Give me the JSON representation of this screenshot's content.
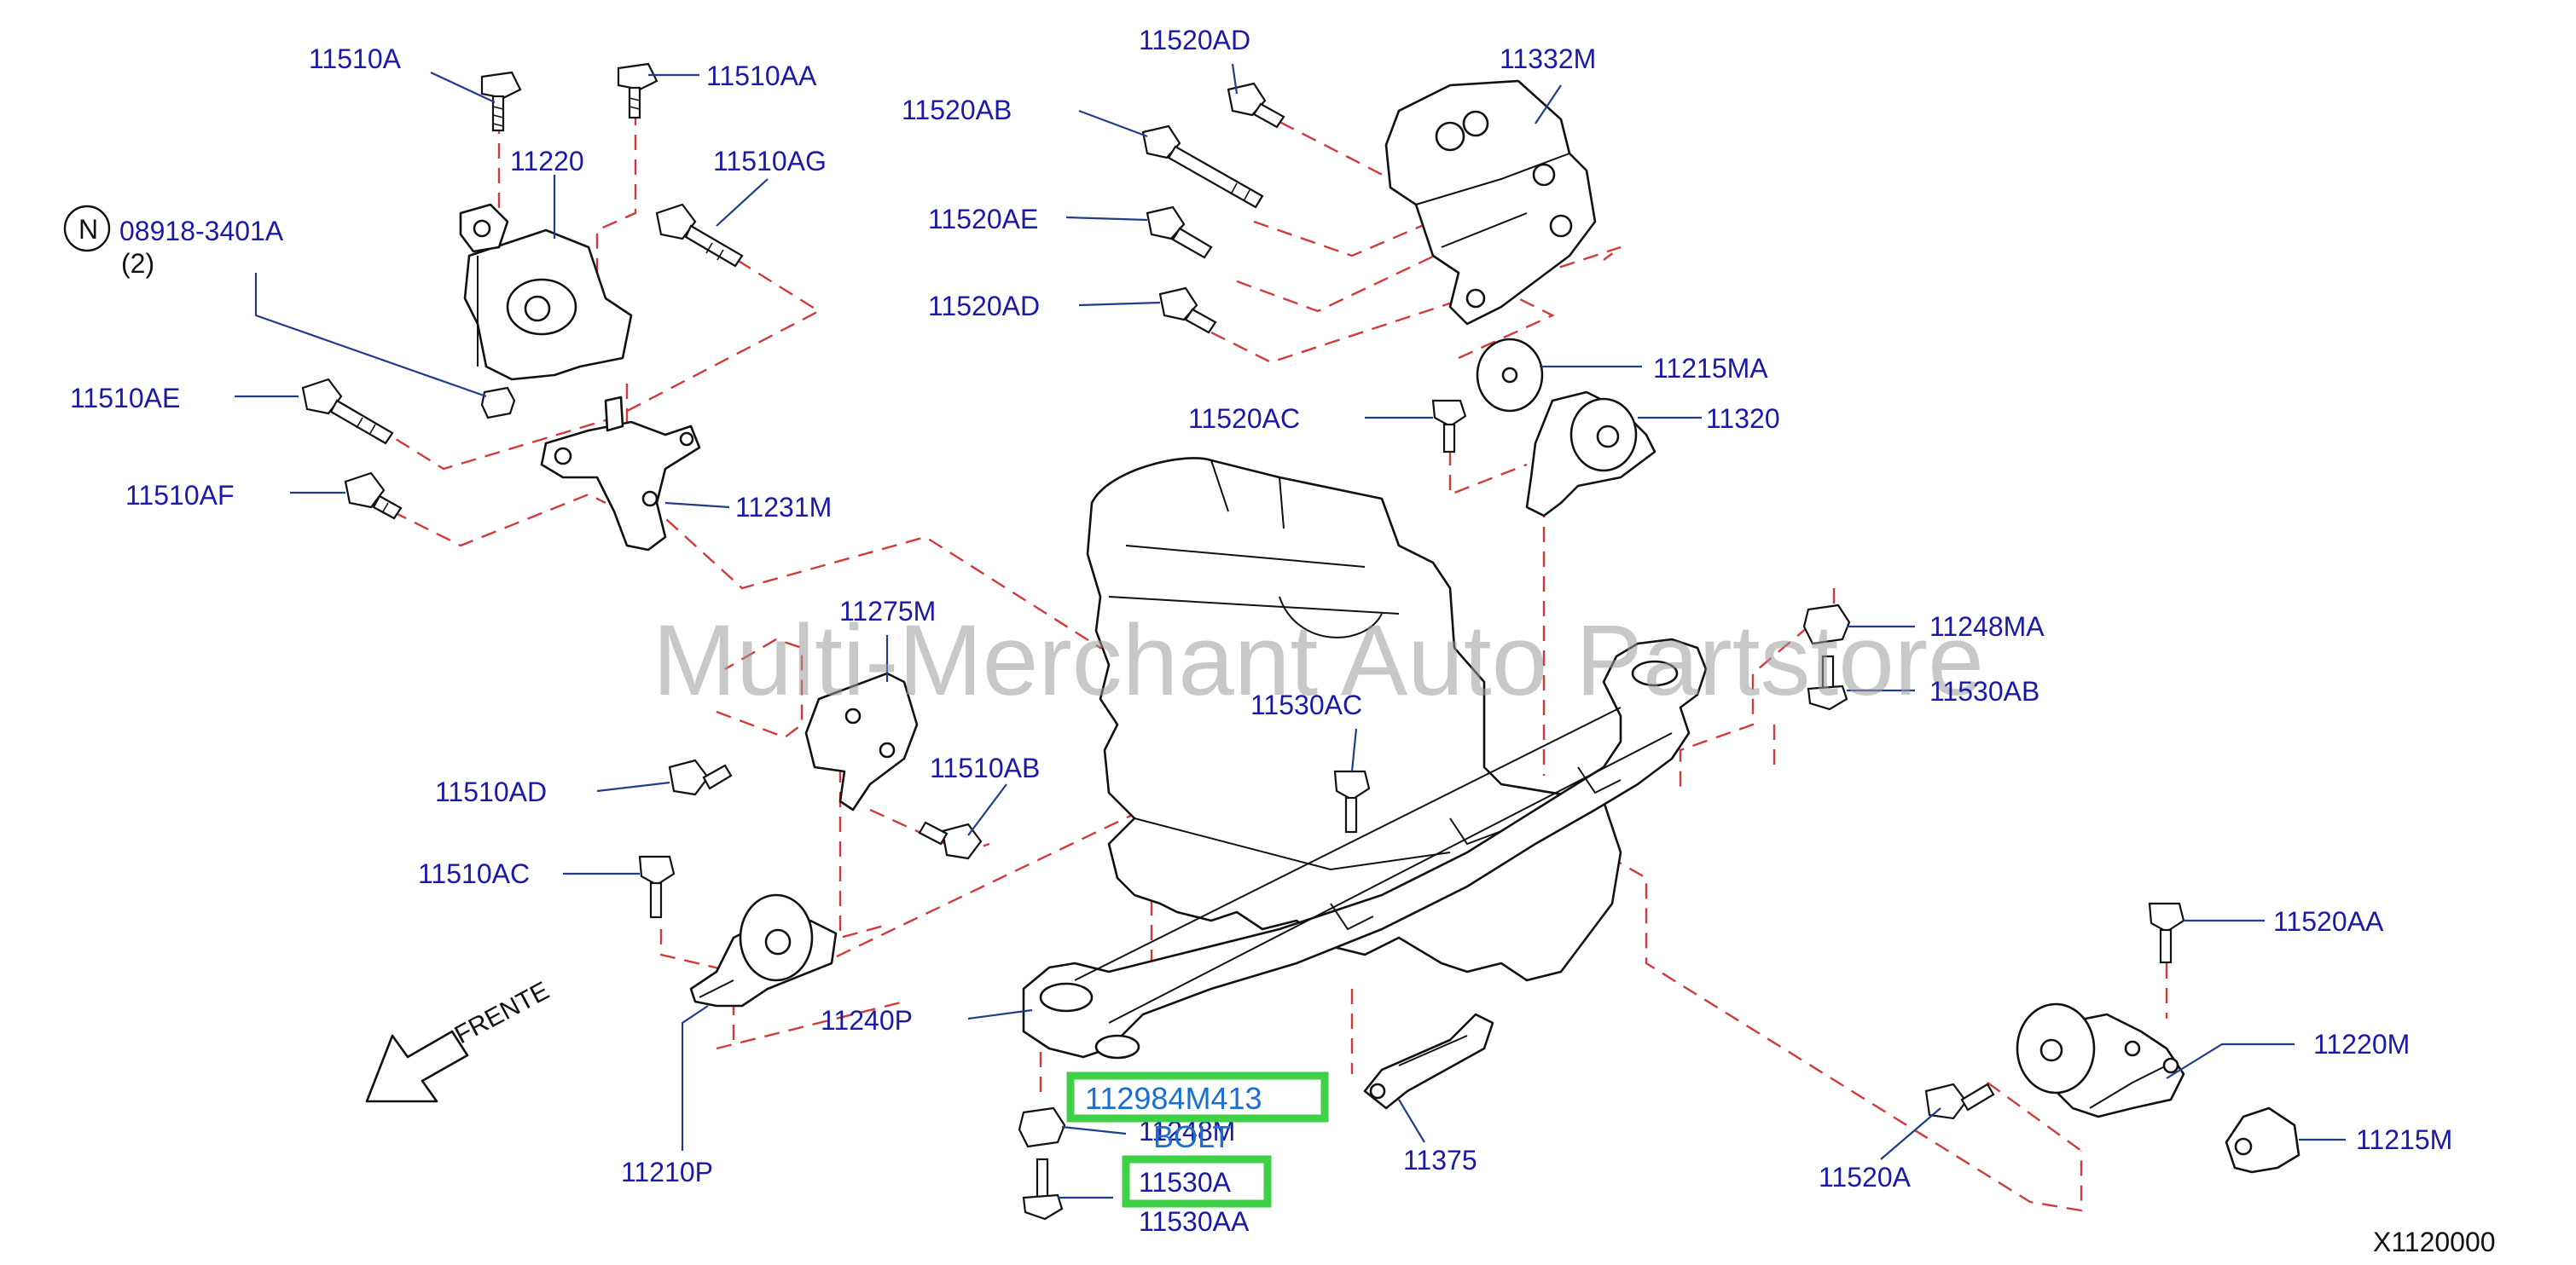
{
  "watermark": "Multi-Merchant Auto Partstore",
  "drawing_code": "X1120000",
  "direction_label": "FRENTE",
  "note_symbol": "N",
  "note_qty": "(2)",
  "highlight": {
    "part_number": "112984M413",
    "part_name": "BOLT",
    "callout": "11530A"
  },
  "labels": {
    "p11510A": "11510A",
    "p11510AA": "11510AA",
    "p11220": "11220",
    "p11510AG": "11510AG",
    "p08918": "08918-3401A",
    "p11510AE": "11510AE",
    "p11510AF": "11510AF",
    "p11231M": "11231M",
    "p11520AD_top": "11520AD",
    "p11332M": "11332M",
    "p11520AB": "11520AB",
    "p11520AE": "11520AE",
    "p11520AD_mid": "11520AD",
    "p11215MA": "11215MA",
    "p11520AC": "11520AC",
    "p11320": "11320",
    "p11275M": "11275M",
    "p11248MA": "11248MA",
    "p11530AB": "11530AB",
    "p11530AC": "11530AC",
    "p11510AD": "11510AD",
    "p11510AB": "11510AB",
    "p11510AC": "11510AC",
    "p11240P": "11240P",
    "p11248M": "11248M",
    "p11530AA": "11530AA",
    "p11375": "11375",
    "p11520AA": "11520AA",
    "p11220M": "11220M",
    "p11215M": "11215M",
    "p11520A": "11520A",
    "p11210P": "11210P"
  }
}
